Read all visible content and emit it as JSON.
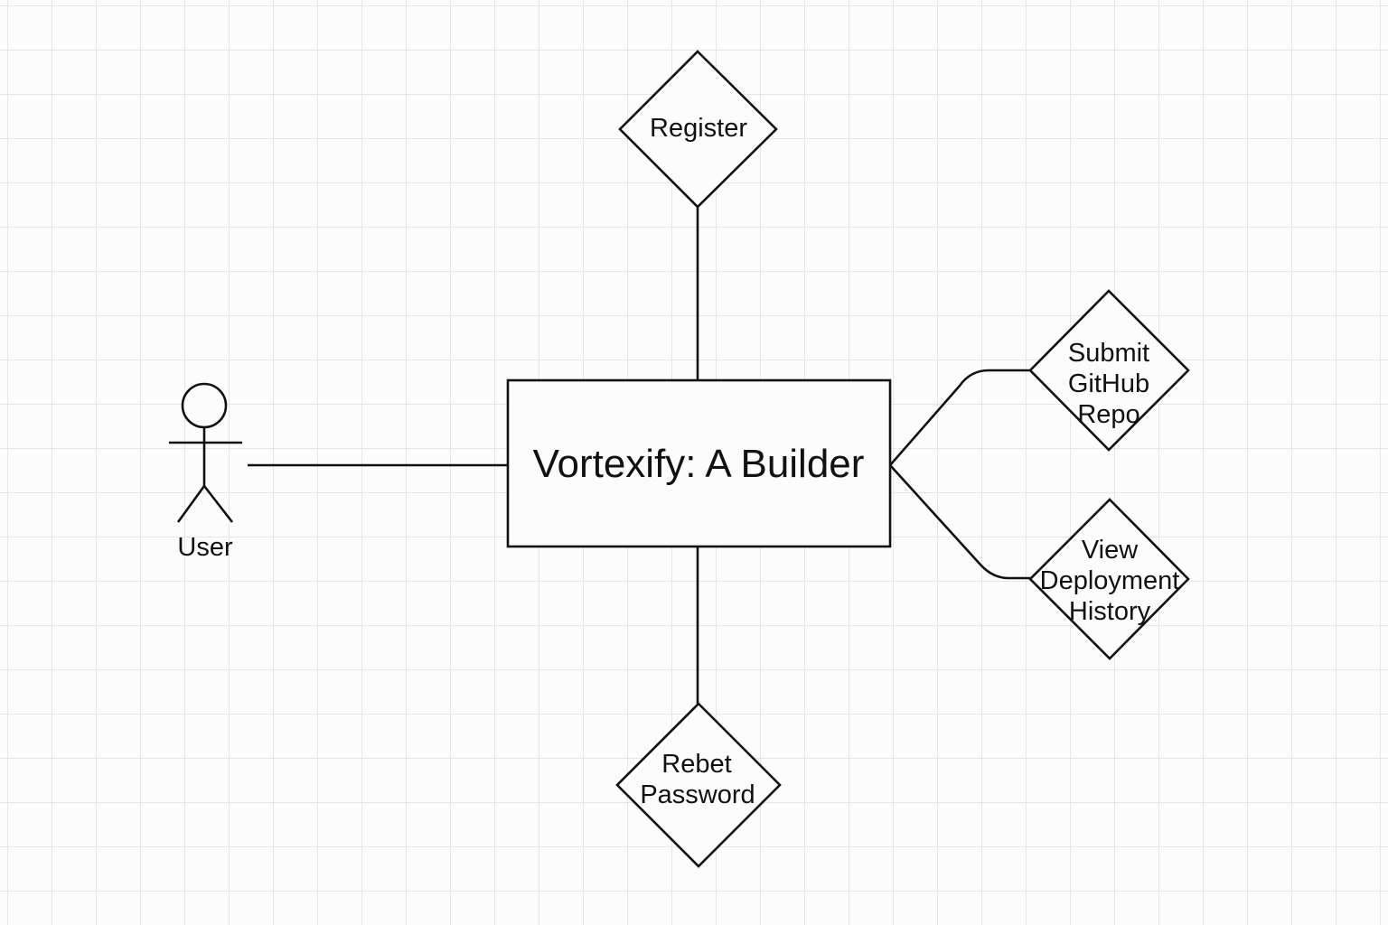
{
  "diagram": {
    "system": {
      "label": "Vortexify: A Builder"
    },
    "actor": {
      "label": "User",
      "icon": "stick-figure-icon"
    },
    "use_cases": {
      "register": {
        "lines": [
          "Register"
        ]
      },
      "submit_repo": {
        "lines": [
          "Submit",
          "GitHub",
          "Repo"
        ]
      },
      "view_history": {
        "lines": [
          "View",
          "Deployment",
          "History"
        ]
      },
      "reset_password": {
        "lines": [
          "Rebet",
          "Password"
        ]
      }
    },
    "colors": {
      "stroke": "#111111",
      "background": "#fcfcfc",
      "grid": "#e6e6e6"
    }
  }
}
